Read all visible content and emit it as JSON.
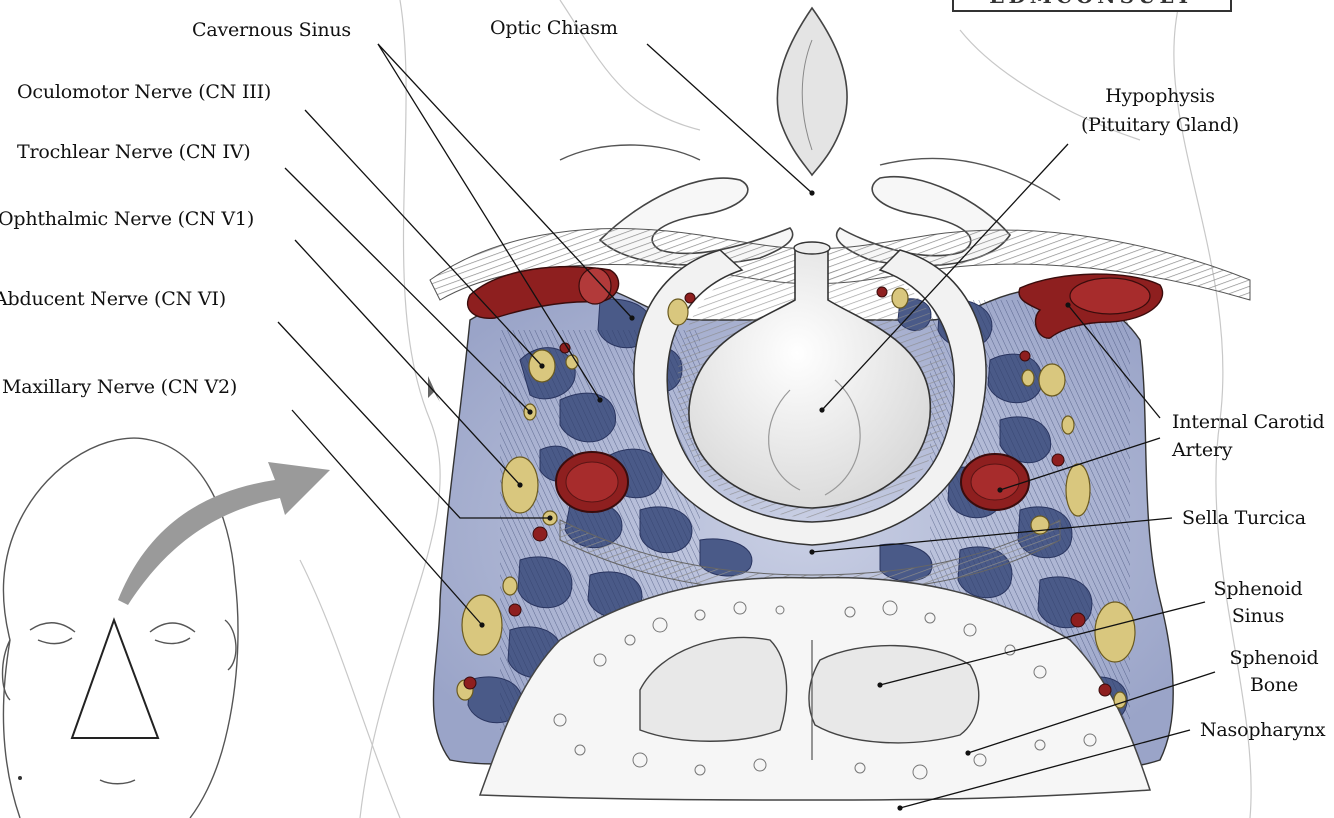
{
  "brand": {
    "text": "EDMCONSULT"
  },
  "labels": {
    "cavernous_sinus": "Cavernous Sinus",
    "optic_chiasm": "Optic Chiasm",
    "oculomotor": "Oculomotor Nerve (CN III)",
    "trochlear": "Trochlear Nerve (CN IV)",
    "ophthalmic": "Ophthalmic Nerve (CN V1)",
    "abducent": "Abducent Nerve (CN VI)",
    "maxillary": "Maxillary Nerve (CN V2)",
    "hypophysis_1": "Hypophysis",
    "hypophysis_2": "(Pituitary Gland)",
    "ica_1": "Internal Carotid",
    "ica_2": "Artery",
    "sella": "Sella Turcica",
    "sphenoid_sinus_1": "Sphenoid",
    "sphenoid_sinus_2": "Sinus",
    "sphenoid_bone_1": "Sphenoid",
    "sphenoid_bone_2": "Bone",
    "nasopharynx": "Nasopharynx"
  },
  "colors": {
    "venous_blue": "#4a5a88",
    "artery_red": "#8e1f1f",
    "nerve_yellow": "#d9c77e",
    "bone_hatch": "#9a9a9a"
  }
}
